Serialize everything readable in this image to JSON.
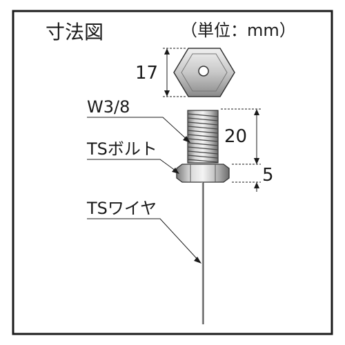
{
  "heading": {
    "title": "寸法図",
    "unit_note": "（単位：mm）"
  },
  "dimensions": {
    "hex_across_flats": "17",
    "thread_length": "20",
    "head_height": "5"
  },
  "callouts": {
    "thread": "W3/8",
    "bolt": "TSボルト",
    "wire": "TSワイヤ"
  }
}
